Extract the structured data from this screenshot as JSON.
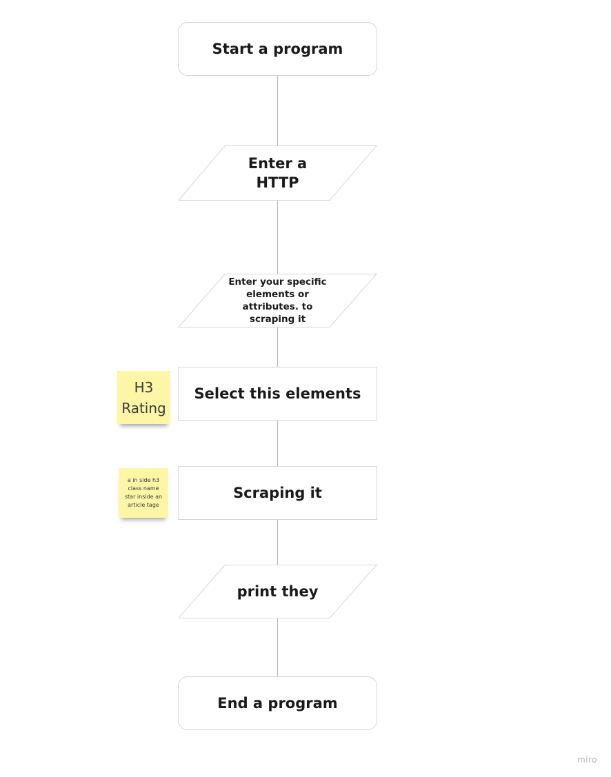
{
  "flowchart": {
    "steps": [
      {
        "id": "start",
        "shape": "terminator",
        "label": "Start a program"
      },
      {
        "id": "enter-http",
        "shape": "data",
        "label": "Enter a HTTP"
      },
      {
        "id": "enter-elements",
        "shape": "data",
        "label": "Enter your  specific elements or attributes. to scraping it"
      },
      {
        "id": "select-elements",
        "shape": "process",
        "label": "Select this elements"
      },
      {
        "id": "scraping",
        "shape": "process",
        "label": "Scraping it"
      },
      {
        "id": "print",
        "shape": "data",
        "label": "print they"
      },
      {
        "id": "end",
        "shape": "terminator",
        "label": "End a program"
      }
    ],
    "edges": [
      [
        "start",
        "enter-http"
      ],
      [
        "enter-http",
        "enter-elements"
      ],
      [
        "enter-elements",
        "select-elements"
      ],
      [
        "select-elements",
        "scraping"
      ],
      [
        "scraping",
        "print"
      ],
      [
        "print",
        "end"
      ]
    ]
  },
  "sticky_notes": [
    {
      "attached_to": "select-elements",
      "text": "H3 Rating"
    },
    {
      "attached_to": "scraping",
      "text": "a in side h3 class name star inside an article tage"
    }
  ],
  "colors": {
    "sticky_fill": "#fcf6a6",
    "shape_border": "#d6d6d6",
    "connector": "#b8b8b8",
    "text": "#1a1a1a"
  },
  "watermark": "miro"
}
